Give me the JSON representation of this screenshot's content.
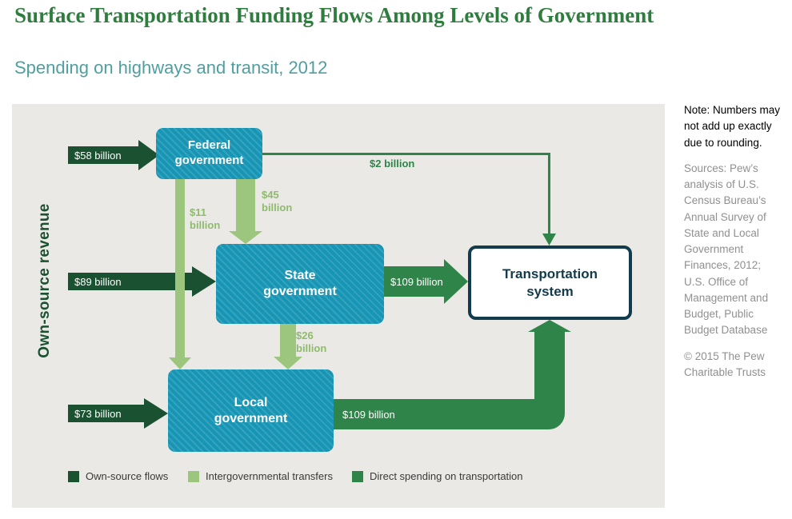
{
  "header": {
    "title": "Surface Transportation Funding Flows Among Levels of Government",
    "subtitle": "Spending on highways and transit, 2012"
  },
  "diagram": {
    "axis_label": "Own-source revenue",
    "nodes": {
      "federal": "Federal government",
      "state": "State government",
      "local": "Local government",
      "transportation": "Transportation system"
    },
    "flows": {
      "own_source": {
        "to_federal": "$58 billion",
        "to_state": "$89 billion",
        "to_local": "$73 billion"
      },
      "transfers": {
        "federal_to_state": "$45 billion",
        "federal_to_local": "$11 billion",
        "state_to_local": "$26 billion"
      },
      "direct": {
        "federal_to_system": "$2 billion",
        "state_to_system": "$109 billion",
        "local_to_system": "$109 billion"
      }
    },
    "colors": {
      "own_source": "#1a5130",
      "transfers": "#9cc57e",
      "direct": "#2f8449",
      "node_fill": "#1795b4",
      "system_border": "#123c4d",
      "canvas_background": "#ebe9e5"
    }
  },
  "legend": {
    "items": [
      {
        "label": "Own-source flows",
        "color": "#1a5130"
      },
      {
        "label": "Intergovernmental transfers",
        "color": "#9cc57e"
      },
      {
        "label": "Direct spending on transportation",
        "color": "#2f8449"
      }
    ]
  },
  "sidebar": {
    "note": "Note: Numbers may not add up exactly due to rounding.",
    "sources": "Sources: Pew’s analysis of U.S. Census Bureau’s Annual Survey of State and Local Government Finances, 2012; U.S. Office of Management and Budget, Public Budget Database",
    "copyright": "© 2015 The Pew Charitable Trusts"
  }
}
